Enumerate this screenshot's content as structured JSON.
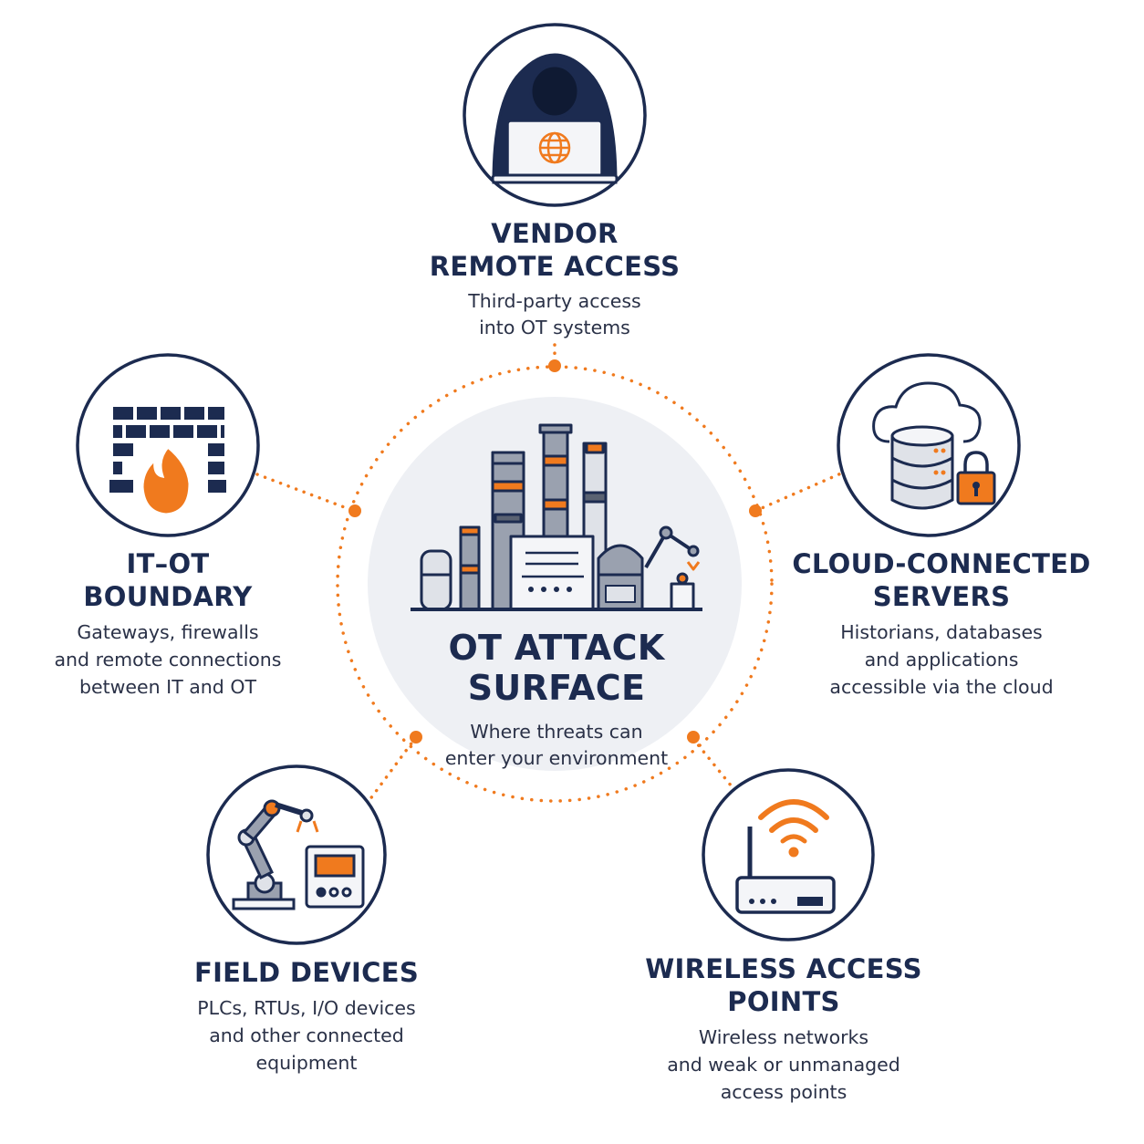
{
  "center": {
    "title_line1": "OT ATTACK",
    "title_line2": "SURFACE",
    "desc_line1": "Where threats can",
    "desc_line2": "enter your environment",
    "icon": "factory-icon"
  },
  "nodes": [
    {
      "id": "vendor",
      "icon": "hooded-hacker-laptop-icon",
      "title": [
        "VENDOR",
        "REMOTE ACCESS"
      ],
      "desc": [
        "Third-party access",
        "into OT systems"
      ]
    },
    {
      "id": "boundary",
      "icon": "firewall-flame-icon",
      "title": [
        "IT–OT",
        "BOUNDARY"
      ],
      "desc": [
        "Gateways, firewalls",
        "and remote connections",
        "between IT and OT"
      ]
    },
    {
      "id": "cloud",
      "icon": "cloud-database-lock-icon",
      "title": [
        "CLOUD-CONNECTED",
        "SERVERS"
      ],
      "desc": [
        "Historians, databases",
        "and applications",
        "accessible via the cloud"
      ]
    },
    {
      "id": "field",
      "icon": "robot-arm-controller-icon",
      "title": [
        "FIELD DEVICES"
      ],
      "desc": [
        "PLCs, RTUs, I/O devices",
        "and other connected",
        "equipment"
      ]
    },
    {
      "id": "wireless",
      "icon": "wifi-router-icon",
      "title": [
        "WIRELESS ACCESS",
        "POINTS"
      ],
      "desc": [
        "Wireless networks",
        "and weak or unmanaged",
        "access points"
      ]
    }
  ],
  "colors": {
    "navy": "#1c2b50",
    "orange": "#f07a1e",
    "gray": "#9aa1af",
    "light_gray": "#eef0f4"
  }
}
